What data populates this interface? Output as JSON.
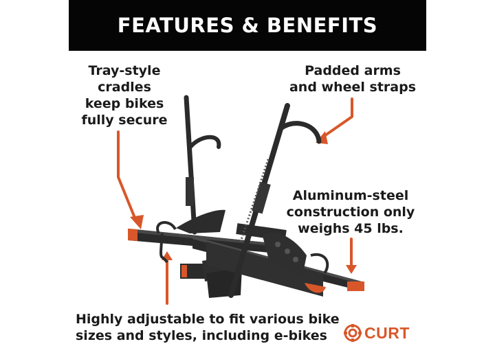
{
  "header": {
    "title": "FEATURES & BENEFITS"
  },
  "callouts": {
    "tray": [
      "Tray-style",
      "cradles",
      "keep bikes",
      "fully secure"
    ],
    "arms": [
      "Padded arms",
      "and wheel straps"
    ],
    "weight": [
      "Aluminum-steel",
      "construction only",
      "weighs 45 lbs."
    ],
    "adjust": [
      "Highly adjustable to fit various bike",
      "sizes and styles, including e-bikes"
    ]
  },
  "logo": {
    "text": "CURT",
    "icon": "curt-gear-logo-icon"
  },
  "colors": {
    "accent": "#d8572a",
    "header_bg": "#050505",
    "rack": "#2b2b2b",
    "text": "#1a1a1a"
  }
}
